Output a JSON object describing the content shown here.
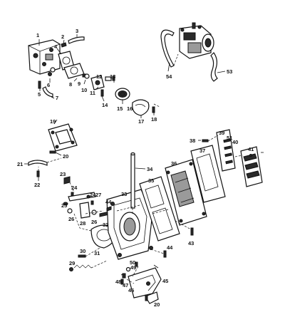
{
  "callouts": [
    {
      "id": "c1",
      "label": "1"
    },
    {
      "id": "c2",
      "label": "2"
    },
    {
      "id": "c3",
      "label": "3"
    },
    {
      "id": "c4",
      "label": "4"
    },
    {
      "id": "c5",
      "label": "5"
    },
    {
      "id": "c6",
      "label": "6"
    },
    {
      "id": "c7",
      "label": "7"
    },
    {
      "id": "c8",
      "label": "8"
    },
    {
      "id": "c9",
      "label": "9"
    },
    {
      "id": "c10",
      "label": "10"
    },
    {
      "id": "c11",
      "label": "11"
    },
    {
      "id": "c12",
      "label": "12"
    },
    {
      "id": "c13",
      "label": "13"
    },
    {
      "id": "c14",
      "label": "14"
    },
    {
      "id": "c15",
      "label": "15"
    },
    {
      "id": "c16",
      "label": "16"
    },
    {
      "id": "c17",
      "label": "17"
    },
    {
      "id": "c18",
      "label": "18"
    },
    {
      "id": "c19",
      "label": "19"
    },
    {
      "id": "c20a",
      "label": "20"
    },
    {
      "id": "c21",
      "label": "21"
    },
    {
      "id": "c22",
      "label": "22"
    },
    {
      "id": "c23",
      "label": "23"
    },
    {
      "id": "c24a",
      "label": "24"
    },
    {
      "id": "c24b",
      "label": "24"
    },
    {
      "id": "c25",
      "label": "25"
    },
    {
      "id": "c26a",
      "label": "26"
    },
    {
      "id": "c26b",
      "label": "26"
    },
    {
      "id": "c27",
      "label": "27"
    },
    {
      "id": "c28",
      "label": "28"
    },
    {
      "id": "c29",
      "label": "29"
    },
    {
      "id": "c30",
      "label": "30"
    },
    {
      "id": "c31",
      "label": "31"
    },
    {
      "id": "c32",
      "label": "32"
    },
    {
      "id": "c33",
      "label": "33"
    },
    {
      "id": "c34",
      "label": "34"
    },
    {
      "id": "c35",
      "label": "35"
    },
    {
      "id": "c36",
      "label": "36"
    },
    {
      "id": "c37",
      "label": "37"
    },
    {
      "id": "c38",
      "label": "38"
    },
    {
      "id": "c39",
      "label": "39"
    },
    {
      "id": "c40",
      "label": "40"
    },
    {
      "id": "c41",
      "label": "41"
    },
    {
      "id": "c43",
      "label": "43"
    },
    {
      "id": "c44a",
      "label": "44"
    },
    {
      "id": "c44b",
      "label": "44"
    },
    {
      "id": "c45",
      "label": "45"
    },
    {
      "id": "c46",
      "label": "46"
    },
    {
      "id": "c47",
      "label": "47"
    },
    {
      "id": "c48",
      "label": "48"
    },
    {
      "id": "c49",
      "label": "49"
    },
    {
      "id": "c50",
      "label": "50"
    },
    {
      "id": "c51",
      "label": "51"
    },
    {
      "id": "c53",
      "label": "53"
    },
    {
      "id": "c54",
      "label": "54"
    },
    {
      "id": "c20b",
      "label": "20"
    }
  ]
}
